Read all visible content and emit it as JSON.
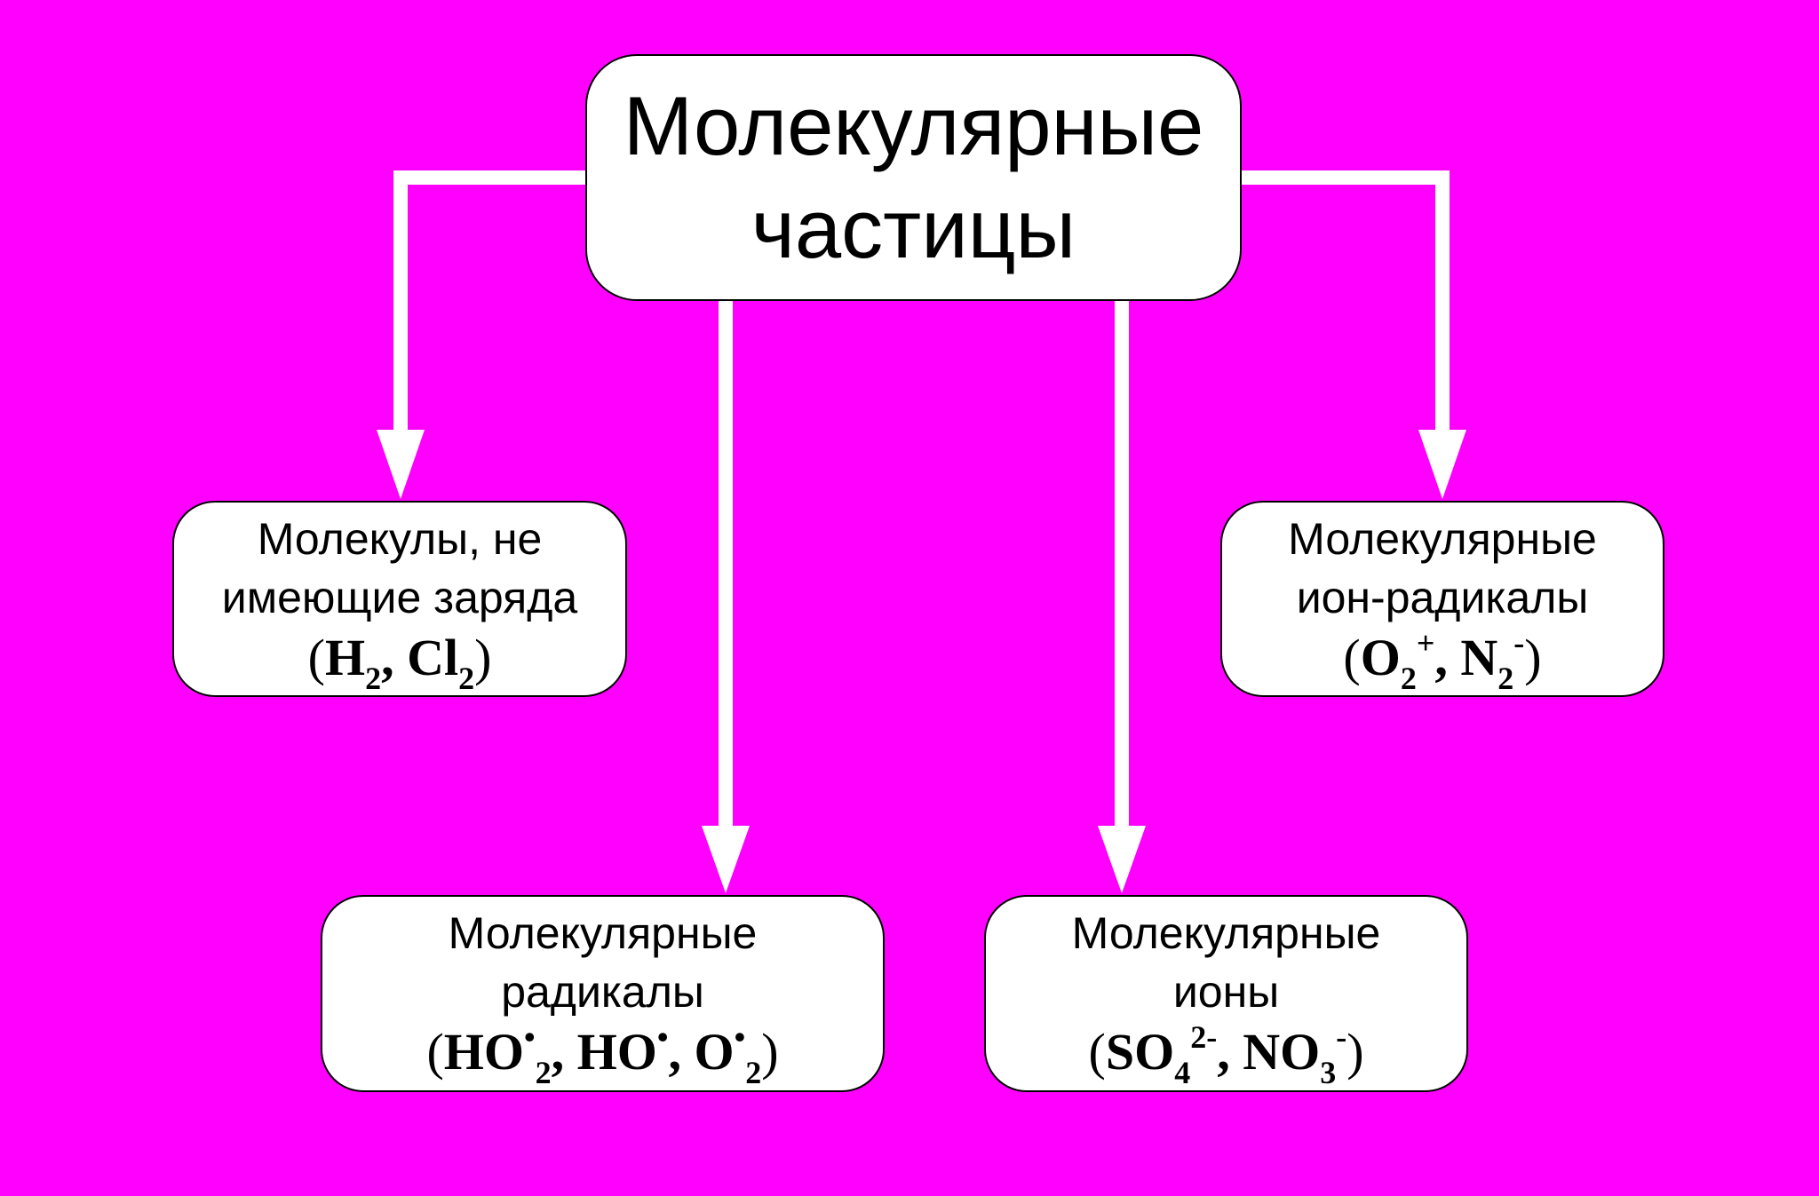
{
  "diagram": {
    "background_color": "#ff00ff",
    "box_color": "#ffffff",
    "connector_color": "#ffffff",
    "root": {
      "line1": "Молекулярные",
      "line2": "частицы"
    },
    "neutral_molecules": {
      "line1": "Молекулы, не",
      "line2": "имеющие заряда",
      "formula": {
        "open": "(",
        "a": "H",
        "a_sub": "2",
        "sep": ", ",
        "b": "Cl",
        "b_sub": "2",
        "close": ")"
      }
    },
    "ion_radicals": {
      "line1": "Молекулярные",
      "line2": "ион-радикалы",
      "formula": {
        "open": "(",
        "a": "O",
        "a_sub": "2",
        "a_sup": "+",
        "sep": ", ",
        "b": "N",
        "b_sub": "2",
        "b_sup": "-",
        "close": ")"
      }
    },
    "radicals": {
      "line1": "Молекулярные",
      "line2": "радикалы",
      "formula": {
        "open": "(",
        "a": "HO",
        "a_sup": "•",
        "a_sub": "2",
        "sep1": ", ",
        "b": "HO",
        "b_sup": "•",
        "sep2": ", ",
        "c": "O",
        "c_sup": "•",
        "c_sub": "2",
        "close": ")"
      }
    },
    "ions": {
      "line1": "Молекулярные",
      "line2": "ионы",
      "formula": {
        "open": "(",
        "a": "SO",
        "a_sub": "4",
        "a_sup": "2-",
        "sep": ", ",
        "b": "NO",
        "b_sub": "3",
        "b_sup": "-",
        "close": ")"
      }
    }
  }
}
